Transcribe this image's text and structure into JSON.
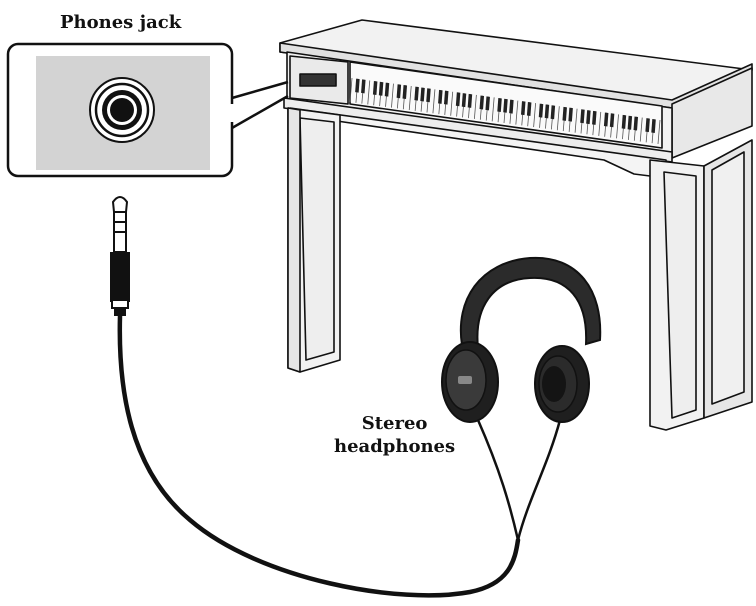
{
  "labels": {
    "phones_jack": "Phones jack",
    "stereo_headphones_line1": "Stereo",
    "stereo_headphones_line2": "headphones"
  },
  "icons": [
    "phones-jack-icon",
    "phone-plug-icon",
    "cable-icon",
    "piano-icon",
    "headphones-icon"
  ],
  "colors": {
    "panel_fill": "#d3d3d3",
    "piano_fill": "#f2f2f2",
    "outline": "#111111",
    "headphone_body": "#2b2b2b"
  }
}
